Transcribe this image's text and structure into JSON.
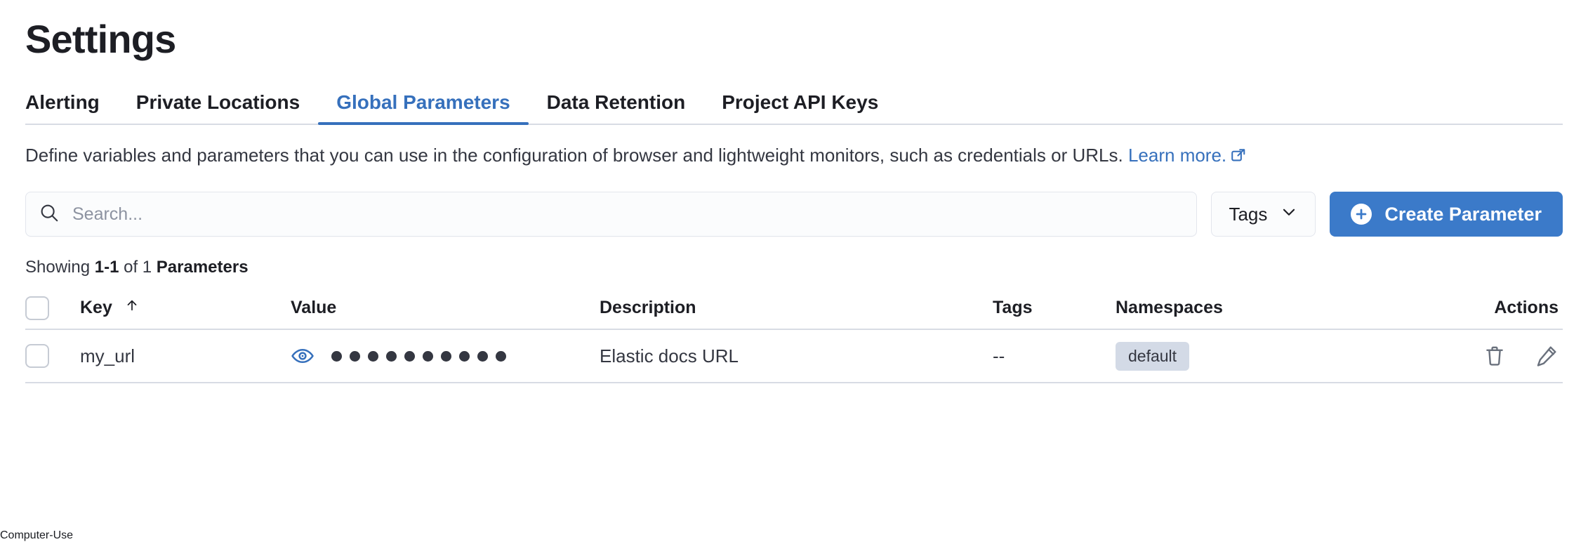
{
  "page": {
    "title": "Settings"
  },
  "tabs": [
    {
      "label": "Alerting",
      "active": false
    },
    {
      "label": "Private Locations",
      "active": false
    },
    {
      "label": "Global Parameters",
      "active": true
    },
    {
      "label": "Data Retention",
      "active": false
    },
    {
      "label": "Project API Keys",
      "active": false
    }
  ],
  "description": {
    "text": "Define variables and parameters that you can use in the configuration of browser and lightweight monitors, such as credentials or URLs.",
    "link_label": "Learn more.",
    "link_icon": "external-link-icon"
  },
  "toolbar": {
    "search_placeholder": "Search...",
    "search_value": "",
    "search_icon": "search-icon",
    "tags_label": "Tags",
    "tags_icon": "chevron-down-icon",
    "create_label": "Create Parameter",
    "create_icon": "plus-circle-icon",
    "accent_color": "#3b7ac9"
  },
  "results": {
    "prefix": "Showing ",
    "range": "1-1",
    "middle": " of 1 ",
    "entity": "Parameters"
  },
  "table": {
    "columns": [
      {
        "key": "select",
        "label": ""
      },
      {
        "key": "key",
        "label": "Key",
        "sort": "asc",
        "sort_icon": "arrow-up-icon"
      },
      {
        "key": "value",
        "label": "Value"
      },
      {
        "key": "description",
        "label": "Description"
      },
      {
        "key": "tags",
        "label": "Tags"
      },
      {
        "key": "namespaces",
        "label": "Namespaces"
      },
      {
        "key": "actions",
        "label": "Actions"
      }
    ],
    "rows": [
      {
        "selected": false,
        "key": "my_url",
        "value_masked": true,
        "value_mask_dots": 10,
        "value_toggle_icon": "eye-icon",
        "value_toggle_color": "#3670bc",
        "description": "Elastic docs URL",
        "tags": "--",
        "namespaces": [
          "default"
        ],
        "actions": [
          {
            "name": "delete-icon",
            "label": "Delete"
          },
          {
            "name": "edit-icon",
            "label": "Edit"
          }
        ]
      }
    ]
  }
}
